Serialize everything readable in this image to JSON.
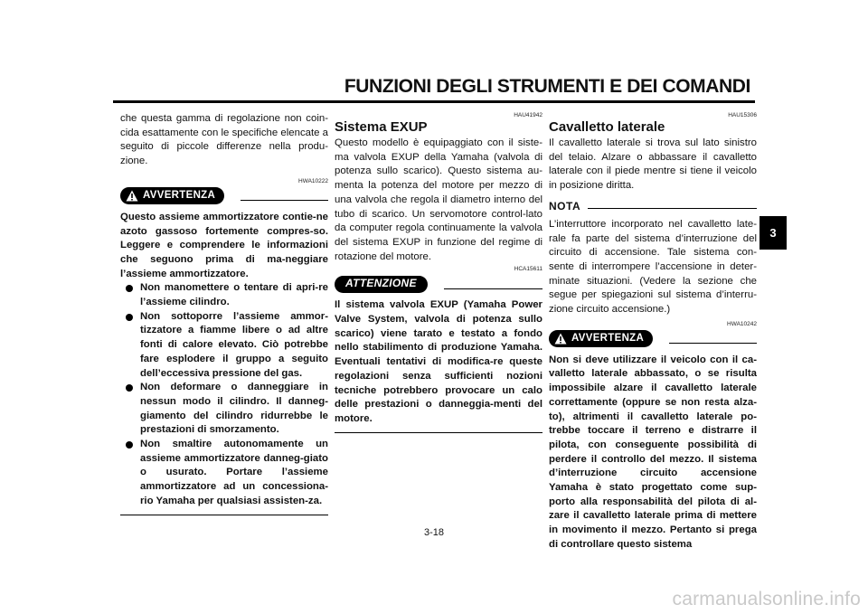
{
  "header": {
    "title": "FUNZIONI DEGLI STRUMENTI E DEI COMANDI"
  },
  "chapter_tab": "3",
  "page_number": "3-18",
  "watermark": "carmanualsonline.info",
  "col1": {
    "intro": "che questa gamma di regolazione non coin-cida esattamente con le specifiche elencate a seguito di piccole differenze nella produ-zione.",
    "code": "HWA10222",
    "warning_label": "AVVERTENZA",
    "warning_text": "Questo assieme ammortizzatore contie-ne azoto gassoso fortemente compres-so. Leggere e comprendere le informazioni che seguono prima di ma-neggiare l’assieme ammortizzatore.",
    "bullets": [
      "Non manomettere o tentare di apri-re l’assieme cilindro.",
      "Non sottoporre l’assieme ammor-tizzatore a fiamme libere o ad altre fonti di calore elevato. Ciò potrebbe fare esplodere il gruppo a seguito dell’eccessiva pressione del gas.",
      "Non deformare o danneggiare in nessun modo il cilindro. Il danneg-giamento del cilindro ridurrebbe le prestazioni di smorzamento.",
      "Non smaltire autonomamente un assieme ammortizzatore danneg-giato o usurato. Portare l’assieme ammortizzatore ad un concessiona-rio Yamaha per qualsiasi assisten-za."
    ]
  },
  "col2": {
    "code": "HAU41942",
    "title": "Sistema EXUP",
    "body": "Questo modello è equipaggiato con il siste-ma valvola EXUP della Yamaha (valvola di potenza sullo scarico). Questo sistema au-menta la potenza del motore per mezzo di una valvola che regola il diametro interno del tubo di scarico. Un servomotore control-lato da computer regola continuamente la valvola del sistema EXUP in funzione del regime di rotazione del motore.",
    "att_code": "HCA15611",
    "att_label": "ATTENZIONE",
    "att_text": "Il sistema valvola EXUP (Yamaha Power Valve System, valvola di potenza sullo scarico) viene tarato e testato a fondo nello stabilimento di produzione Yamaha. Eventuali tentativi di modifica-re queste regolazioni senza sufficienti nozioni tecniche potrebbero provocare un calo delle prestazioni o danneggia-menti del motore."
  },
  "col3": {
    "code": "HAU15306",
    "title": "Cavalletto laterale",
    "body": "Il cavalletto laterale si trova sul lato sinistro del telaio. Alzare o abbassare il cavalletto laterale con il piede mentre si tiene il veicolo in posizione diritta.",
    "nota_label": "NOTA",
    "nota_text": "L’interruttore incorporato nel cavalletto late-rale fa parte del sistema d’interruzione del circuito di accensione. Tale sistema con-sente di interrompere l’accensione in deter-minate situazioni. (Vedere la sezione che segue per spiegazioni sul sistema d’interru-zione circuito accensione.)",
    "warn_code": "HWA10242",
    "warning_label": "AVVERTENZA",
    "warning_text": "Non si deve utilizzare il veicolo con il ca-valletto laterale abbassato, o se risulta impossibile alzare il cavalletto laterale correttamente (oppure se non resta alza-to), altrimenti il cavalletto laterale po-trebbe toccare il terreno e distrarre il pilota, con conseguente possibilità di perdere il controllo del mezzo. Il sistema d’interruzione circuito accensione Yamaha è stato progettato come sup-porto alla responsabilità del pilota di al-zare il cavalletto laterale prima di mettere in movimento il mezzo. Pertanto si prega di controllare questo sistema"
  }
}
